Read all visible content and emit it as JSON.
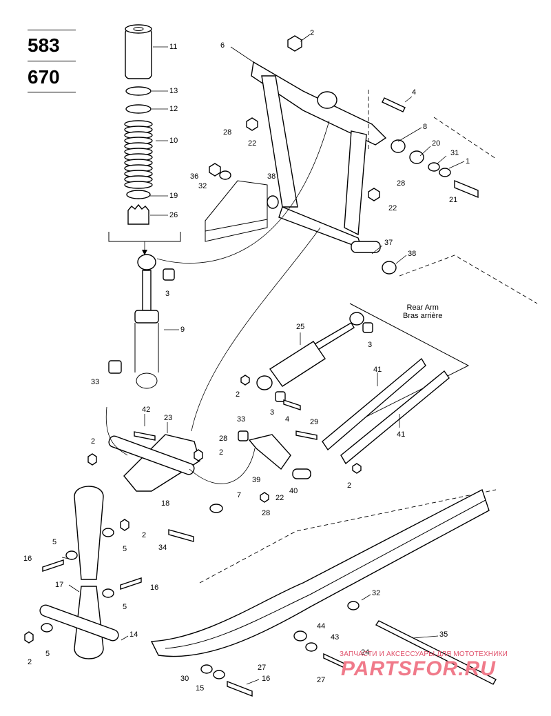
{
  "models": [
    "583",
    "670"
  ],
  "rear_arm": {
    "line1": "Rear Arm",
    "line2": "Bras arrière"
  },
  "watermark": {
    "top": "ЗАПЧАСТИ И АКСЕССУАРЫ ДЛЯ МОТОТЕХНИКИ",
    "logo": "PARTSFOR.RU"
  },
  "callouts": {
    "c11": "11",
    "c13": "13",
    "c12": "12",
    "c10": "10",
    "c19": "19",
    "c26": "26",
    "c3a": "3",
    "c9": "9",
    "c33a": "33",
    "c6": "6",
    "c2a": "2",
    "c4a": "4",
    "c28a": "28",
    "c22a": "22",
    "c8": "8",
    "c20": "20",
    "c31": "31",
    "c1": "1",
    "c36": "36",
    "c32a": "32",
    "c38a": "38",
    "c28b": "28",
    "c22b": "22",
    "c21": "21",
    "c37": "37",
    "c38b": "38",
    "c25": "25",
    "c3b": "3",
    "c41a": "41",
    "c41b": "41",
    "c2b": "2",
    "c3c": "3",
    "c4b": "4",
    "c29": "29",
    "c2c": "2",
    "c42": "42",
    "c23": "23",
    "c2d": "2",
    "c28c": "28",
    "c2e": "2",
    "c33b": "33",
    "c39": "39",
    "c40": "40",
    "c22c": "22",
    "c28d": "28",
    "c18": "18",
    "c7": "7",
    "c34": "34",
    "c5a": "5",
    "c2f": "2",
    "c5b": "5",
    "c16a": "16",
    "c17": "17",
    "c16b": "16",
    "c5c": "5",
    "c14": "14",
    "c5d": "5",
    "c2g": "2",
    "c32b": "32",
    "c44": "44",
    "c43": "43",
    "c35": "35",
    "c24": "24",
    "c27a": "27",
    "c30": "30",
    "c27b": "27",
    "c15": "15",
    "c16c": "16"
  }
}
